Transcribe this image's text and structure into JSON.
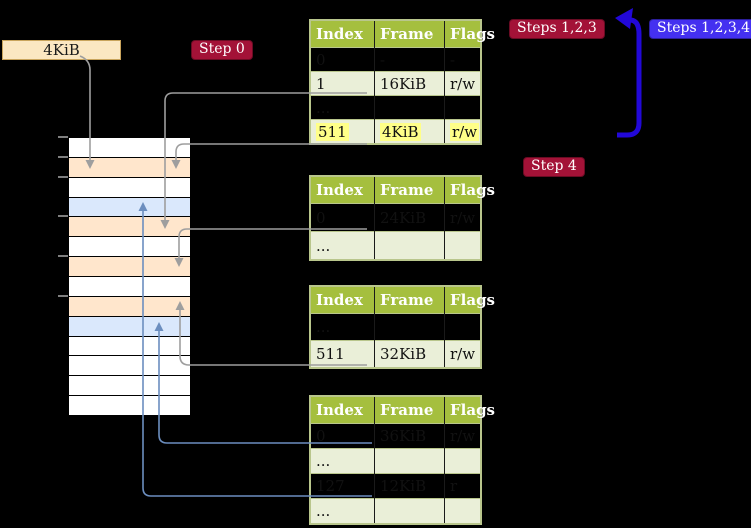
{
  "colors": {
    "background": "#000000",
    "badge_red": "#a31237",
    "badge_blue": "#4430f0",
    "arrow_blue": "#2208d8",
    "connector_gray": "#9e9e9e",
    "connector_blue": "#6c8ebf",
    "table_header_green": "#a5bf3e",
    "table_row_green": "#eaefd8",
    "table_border": "#b9c68c",
    "mem_orange": "#ffe6cc",
    "mem_blue": "#dae8fc",
    "mem_white": "#ffffff",
    "page_box_fill": "#fbe7c2",
    "page_box_border": "#c9a45c",
    "highlight_yellow": "#ffff88"
  },
  "labels": {
    "page_size_box": "4KiB",
    "step0_badge": "Step 0",
    "step4_badge": "Step 4",
    "steps123_badge": "Steps 1,2,3",
    "steps1234_badge": "Steps 1,2,3,4"
  },
  "page_tables": [
    {
      "id": "page-table-1",
      "headers": [
        "Index",
        "Frame",
        "Flags"
      ],
      "rows": [
        {
          "cells": [
            "0",
            "-",
            "-"
          ],
          "shaded": false,
          "highlighted": false
        },
        {
          "cells": [
            "1",
            "16KiB",
            "r/w"
          ],
          "shaded": true,
          "highlighted": false
        },
        {
          "cells": [
            "...",
            "",
            ""
          ],
          "shaded": false,
          "highlighted": false
        },
        {
          "cells": [
            "511",
            "4KiB",
            "r/w"
          ],
          "shaded": true,
          "highlighted": true
        }
      ]
    },
    {
      "id": "page-table-2",
      "headers": [
        "Index",
        "Frame",
        "Flags"
      ],
      "rows": [
        {
          "cells": [
            "0",
            "24KiB",
            "r/w"
          ],
          "shaded": false,
          "highlighted": false
        },
        {
          "cells": [
            "...",
            "",
            ""
          ],
          "shaded": true,
          "highlighted": false
        }
      ]
    },
    {
      "id": "page-table-3",
      "headers": [
        "Index",
        "Frame",
        "Flags"
      ],
      "rows": [
        {
          "cells": [
            "...",
            "",
            ""
          ],
          "shaded": false,
          "highlighted": false
        },
        {
          "cells": [
            "511",
            "32KiB",
            "r/w"
          ],
          "shaded": true,
          "highlighted": false
        }
      ]
    },
    {
      "id": "page-table-4",
      "headers": [
        "Index",
        "Frame",
        "Flags"
      ],
      "rows": [
        {
          "cells": [
            "0",
            "36KiB",
            "r/w"
          ],
          "shaded": false,
          "highlighted": false
        },
        {
          "cells": [
            "...",
            "",
            ""
          ],
          "shaded": true,
          "highlighted": false
        },
        {
          "cells": [
            "127",
            "12KiB",
            "r"
          ],
          "shaded": false,
          "highlighted": false
        },
        {
          "cells": [
            "...",
            "",
            ""
          ],
          "shaded": true,
          "highlighted": false
        }
      ]
    }
  ],
  "memory_column": {
    "rows": [
      "white",
      "orange",
      "white",
      "blue",
      "orange",
      "white",
      "orange",
      "white",
      "orange",
      "blue",
      "white",
      "white",
      "white",
      "white"
    ]
  }
}
